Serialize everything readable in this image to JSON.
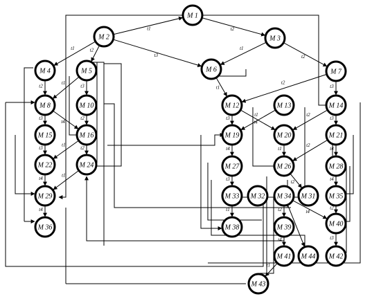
{
  "diagram": {
    "nodes": [
      {
        "id": "M1",
        "label": "M 1"
      },
      {
        "id": "M2",
        "label": "M 2"
      },
      {
        "id": "M3",
        "label": "M 3"
      },
      {
        "id": "M4",
        "label": "M 4"
      },
      {
        "id": "M5",
        "label": "M 5"
      },
      {
        "id": "M6",
        "label": "M 6"
      },
      {
        "id": "M7",
        "label": "M 7"
      },
      {
        "id": "M8",
        "label": "M 8"
      },
      {
        "id": "M10",
        "label": "M 10"
      },
      {
        "id": "M12",
        "label": "M 12"
      },
      {
        "id": "M13",
        "label": "M 13"
      },
      {
        "id": "M14",
        "label": "M 14"
      },
      {
        "id": "M15",
        "label": "M 15"
      },
      {
        "id": "M16",
        "label": "M 16"
      },
      {
        "id": "M19",
        "label": "M 19"
      },
      {
        "id": "M20",
        "label": "M 20"
      },
      {
        "id": "M21",
        "label": "M 21"
      },
      {
        "id": "M22",
        "label": "M 22"
      },
      {
        "id": "M24",
        "label": "M 24"
      },
      {
        "id": "M26",
        "label": "M 26"
      },
      {
        "id": "M27",
        "label": "M 27"
      },
      {
        "id": "M28",
        "label": "M 28"
      },
      {
        "id": "M29",
        "label": "M 29"
      },
      {
        "id": "M31",
        "label": "M 31"
      },
      {
        "id": "M32",
        "label": "M 32"
      },
      {
        "id": "M33",
        "label": "M 33"
      },
      {
        "id": "M34",
        "label": "M 34"
      },
      {
        "id": "M35",
        "label": "M 35"
      },
      {
        "id": "M36",
        "label": "M 36"
      },
      {
        "id": "M38",
        "label": "M 38"
      },
      {
        "id": "M39",
        "label": "M 39"
      },
      {
        "id": "M40",
        "label": "M 40"
      },
      {
        "id": "M41",
        "label": "M 41"
      },
      {
        "id": "M42",
        "label": "M 42"
      },
      {
        "id": "M43",
        "label": "M 43"
      },
      {
        "id": "M44",
        "label": "M 44"
      }
    ],
    "edges": [
      {
        "from": "M2",
        "to": "M1",
        "label": "t1"
      },
      {
        "from": "M1",
        "to": "M3",
        "label": "t2"
      },
      {
        "from": "M2",
        "to": "M4",
        "label": "t1"
      },
      {
        "from": "M2",
        "to": "M5",
        "label": "t2"
      },
      {
        "from": "M2",
        "to": "M6",
        "label": "t3"
      },
      {
        "from": "M3",
        "to": "M6",
        "label": "t1"
      },
      {
        "from": "M3",
        "to": "M7",
        "label": "t2"
      },
      {
        "from": "M4",
        "to": "M8",
        "label": "t2"
      },
      {
        "from": "M5",
        "to": "M8",
        "label": "t1"
      },
      {
        "from": "M5",
        "to": "M10",
        "label": "t3"
      },
      {
        "from": "M6",
        "to": "M12",
        "label": "t1"
      },
      {
        "from": "M7",
        "to": "M12",
        "label": "t2"
      },
      {
        "from": "M7",
        "to": "M14",
        "label": "t3"
      },
      {
        "from": "M8",
        "to": "M15",
        "label": "t3"
      },
      {
        "from": "M8",
        "to": "M16",
        "label": "t4"
      },
      {
        "from": "M10",
        "to": "M16",
        "label": "t2"
      },
      {
        "from": "M12",
        "to": "M19",
        "label": "t3"
      },
      {
        "from": "M12",
        "to": "M20",
        "label": "t4"
      },
      {
        "from": "M13",
        "to": "M19",
        "label": "t1"
      },
      {
        "from": "M14",
        "to": "M21",
        "label": "t3"
      },
      {
        "from": "M14",
        "to": "M20",
        "label": "t2"
      },
      {
        "from": "M15",
        "to": "M22",
        "label": "t3"
      },
      {
        "from": "M16",
        "to": "M22",
        "label": "t1"
      },
      {
        "from": "M16",
        "to": "M24",
        "label": "t2"
      },
      {
        "from": "M19",
        "to": "M27",
        "label": "t4"
      },
      {
        "from": "M20",
        "to": "M26",
        "label": "t1"
      },
      {
        "from": "M21",
        "to": "M26",
        "label": "t2"
      },
      {
        "from": "M21",
        "to": "M28",
        "label": "t4"
      },
      {
        "from": "M22",
        "to": "M29",
        "label": "t4"
      },
      {
        "from": "M24",
        "to": "M29",
        "label": "t1"
      },
      {
        "from": "M27",
        "to": "M33",
        "label": "t3"
      },
      {
        "from": "M26",
        "to": "M31",
        "label": "t2"
      },
      {
        "from": "M28",
        "to": "M35",
        "label": "t4"
      },
      {
        "from": "M29",
        "to": "M36",
        "label": "t4"
      },
      {
        "from": "M33",
        "to": "M38",
        "label": "t1"
      },
      {
        "from": "M34",
        "to": "M39",
        "label": "t2"
      },
      {
        "from": "M34",
        "to": "M40",
        "label": "t4"
      },
      {
        "from": "M35",
        "to": "M40",
        "label": "t2"
      },
      {
        "from": "M40",
        "to": "M42",
        "label": "t3"
      },
      {
        "from": "M39",
        "to": "M41",
        "label": "t4"
      },
      {
        "from": "M41",
        "to": "M43",
        "label": "t1"
      },
      {
        "from": "M34",
        "to": "M44",
        "label": "t1"
      }
    ]
  }
}
